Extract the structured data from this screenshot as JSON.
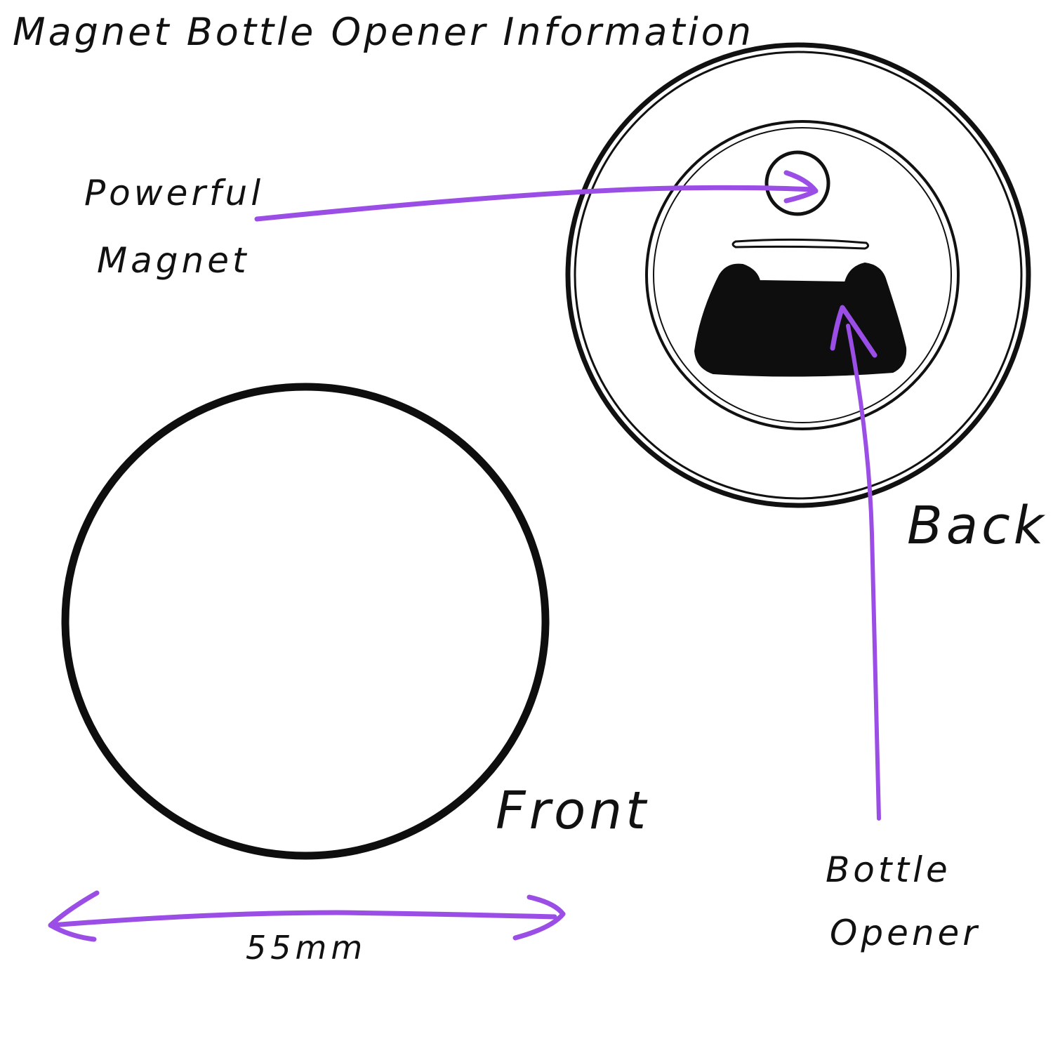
{
  "title": "Magnet Bottle Opener Information",
  "callouts": {
    "magnet_line1": "Powerful",
    "magnet_line2": "Magnet",
    "opener_line1": "Bottle",
    "opener_line2": "Opener"
  },
  "views": {
    "back_label": "Back",
    "front_label": "Front"
  },
  "dimension": {
    "diameter_label": "55mm"
  },
  "colors": {
    "ink": "#111111",
    "accent": "#9b4ee6",
    "background": "#ffffff"
  }
}
